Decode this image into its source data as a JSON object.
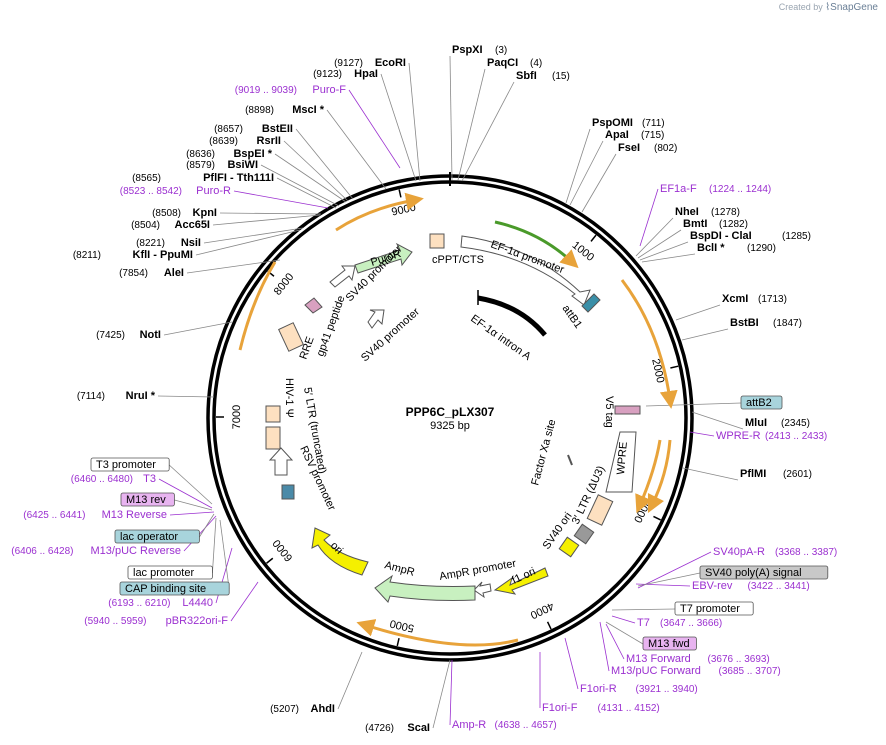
{
  "watermark": {
    "prefix": "Created by",
    "brand": "SnapGene"
  },
  "plasmid": {
    "name": "PPP6C_pLX307",
    "length": "9325 bp"
  },
  "ticks": [
    "1000",
    "2000",
    "3000",
    "4000",
    "5000",
    "6000",
    "7000",
    "8000",
    "9000"
  ],
  "enzymes": [
    {
      "name": "PspXI",
      "pos": "(3)"
    },
    {
      "name": "PaqCI",
      "pos": "(4)"
    },
    {
      "name": "SbfI",
      "pos": "(15)"
    },
    {
      "name": "EcoRI",
      "pos": "(9127)"
    },
    {
      "name": "HpaI",
      "pos": "(9123)"
    },
    {
      "name": "MscI *",
      "pos": "(8898)"
    },
    {
      "name": "BstEII",
      "pos": "(8657)"
    },
    {
      "name": "RsrII",
      "pos": "(8639)"
    },
    {
      "name": "BspEI *",
      "pos": "(8636)"
    },
    {
      "name": "BsiWI",
      "pos": "(8579)"
    },
    {
      "name": "PflFI - Tth111I",
      "pos": "(8565)"
    },
    {
      "name": "KpnI",
      "pos": "(8508)"
    },
    {
      "name": "Acc65I",
      "pos": "(8504)"
    },
    {
      "name": "NsiI",
      "pos": "(8221)"
    },
    {
      "name": "KflI - PpuMI",
      "pos": "(8211)"
    },
    {
      "name": "AleI",
      "pos": "(7854)"
    },
    {
      "name": "NotI",
      "pos": "(7425)"
    },
    {
      "name": "NruI *",
      "pos": "(7114)"
    },
    {
      "name": "PspOMI",
      "pos": "(711)"
    },
    {
      "name": "ApaI",
      "pos": "(715)"
    },
    {
      "name": "FseI",
      "pos": "(802)"
    },
    {
      "name": "NheI",
      "pos": "(1278)"
    },
    {
      "name": "BmtI",
      "pos": "(1282)"
    },
    {
      "name": "BspDI - ClaI",
      "pos": "(1285)"
    },
    {
      "name": "BclI *",
      "pos": "(1290)"
    },
    {
      "name": "XcmI",
      "pos": "(1713)"
    },
    {
      "name": "BstBI",
      "pos": "(1847)"
    },
    {
      "name": "MluI",
      "pos": "(2345)"
    },
    {
      "name": "PflMI",
      "pos": "(2601)"
    },
    {
      "name": "AhdI",
      "pos": "(5207)"
    },
    {
      "name": "ScaI",
      "pos": "(4726)"
    }
  ],
  "primers": [
    {
      "name": "Puro-F",
      "range": "(9019 .. 9039)"
    },
    {
      "name": "Puro-R",
      "range": "(8523 .. 8542)"
    },
    {
      "name": "EF1a-F",
      "range": "(1224 .. 1244)"
    },
    {
      "name": "WPRE-R",
      "range": "(2413 .. 2433)"
    },
    {
      "name": "EBV-rev",
      "range": "(3422 .. 3441)"
    },
    {
      "name": "T7",
      "range": "(3647 .. 3666)"
    },
    {
      "name": "M13 Forward",
      "range": "(3676 .. 3693)"
    },
    {
      "name": "M13/pUC Forward",
      "range": "(3685 .. 3707)"
    },
    {
      "name": "F1ori-R",
      "range": "(3921 .. 3940)"
    },
    {
      "name": "F1ori-F",
      "range": "(4131 .. 4152)"
    },
    {
      "name": "Amp-R",
      "range": "(4638 .. 4657)"
    },
    {
      "name": "T3",
      "range": "(6460 .. 6480)"
    },
    {
      "name": "M13 Reverse",
      "range": "(6425 .. 6441)"
    },
    {
      "name": "M13/pUC Reverse",
      "range": "(6406 .. 6428)"
    },
    {
      "name": "L4440",
      "range": "(6193 .. 6210)"
    },
    {
      "name": "pBR322ori-F",
      "range": "(5940 .. 5959)"
    },
    {
      "name": "SV40pA-R",
      "range": "(3368 .. 3387)"
    }
  ],
  "boxed_labels": [
    {
      "name": "attB2",
      "color": "#a8d4dc"
    },
    {
      "name": "SV40 poly(A) signal",
      "color": "#c8c8c8"
    },
    {
      "name": "T7 promoter",
      "color": "#ffffff"
    },
    {
      "name": "M13 fwd",
      "color": "#e8b4f0"
    },
    {
      "name": "T3 promoter",
      "color": "#ffffff"
    },
    {
      "name": "M13 rev",
      "color": "#e8b4f0"
    },
    {
      "name": "lac operator",
      "color": "#a8d4dc"
    },
    {
      "name": "lac promoter",
      "color": "#ffffff"
    },
    {
      "name": "CAP binding site",
      "color": "#a8d4dc"
    }
  ],
  "features": [
    {
      "name": "EF-1α promoter"
    },
    {
      "name": "cPPT/CTS"
    },
    {
      "name": "PuroR"
    },
    {
      "name": "SV40 promoter"
    },
    {
      "name": "SV40 promoter"
    },
    {
      "name": "gp41 peptide"
    },
    {
      "name": "RRE"
    },
    {
      "name": "EF-1α intron A"
    },
    {
      "name": "attB1"
    },
    {
      "name": "V5 tag"
    },
    {
      "name": "Factor Xa site"
    },
    {
      "name": "WPRE"
    },
    {
      "name": "3′ LTR (ΔU3)"
    },
    {
      "name": "SV40 ori"
    },
    {
      "name": "f1 ori"
    },
    {
      "name": "AmpR promoter"
    },
    {
      "name": "AmpR"
    },
    {
      "name": "ori"
    },
    {
      "name": "5′ LTR (truncated)"
    },
    {
      "name": "HIV-1 Ψ"
    },
    {
      "name": "RSV promoter"
    }
  ],
  "colors": {
    "primer": "#9b30d0",
    "orf_arrow": "#e8a33a",
    "orf_green": "#4a9a2a",
    "yellow": "#f5f000",
    "ampr": "#c8f0c0",
    "peach": "#fde0c0"
  }
}
